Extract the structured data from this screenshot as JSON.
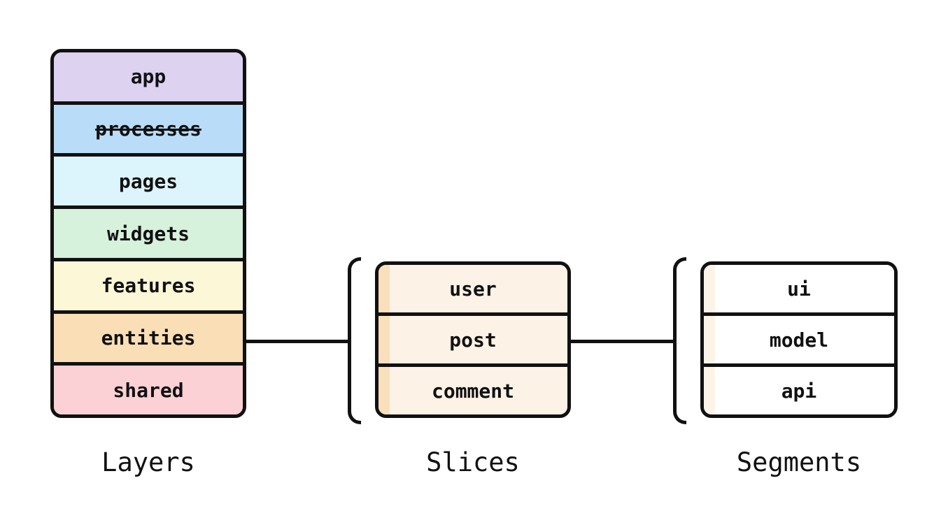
{
  "diagram_title": "feature-sliced-design-structure",
  "colors": {
    "background": "#ffffff",
    "border": "#111111",
    "text": "#111111"
  },
  "layers": {
    "label": "Layers",
    "items": [
      {
        "name": "app",
        "color": "#ddd2f0",
        "strikethrough": false
      },
      {
        "name": "processes",
        "color": "#b9ddf8",
        "strikethrough": true
      },
      {
        "name": "pages",
        "color": "#dcf4fc",
        "strikethrough": false
      },
      {
        "name": "widgets",
        "color": "#d6f1dc",
        "strikethrough": false
      },
      {
        "name": "features",
        "color": "#fcf7d6",
        "strikethrough": false
      },
      {
        "name": "entities",
        "color": "#f9deb6",
        "strikethrough": false
      },
      {
        "name": "shared",
        "color": "#fbd1d6",
        "strikethrough": false
      }
    ]
  },
  "slices": {
    "label": "Slices",
    "items": [
      {
        "name": "user"
      },
      {
        "name": "post"
      },
      {
        "name": "comment"
      }
    ],
    "body_color": "#fdf2e6",
    "stripe_color": "#f9dfbb"
  },
  "segments": {
    "label": "Segments",
    "items": [
      {
        "name": "ui"
      },
      {
        "name": "model"
      },
      {
        "name": "api"
      }
    ],
    "body_color": "#ffffff",
    "stripe_color": "#fdf4e9"
  }
}
